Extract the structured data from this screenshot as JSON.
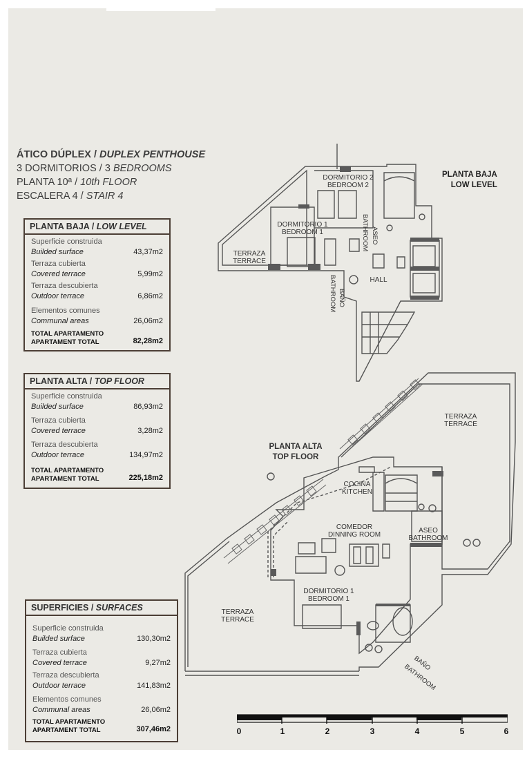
{
  "header": {
    "line1_es": "ÁTICO DÚPLEX / ",
    "line1_en": "DUPLEX PENTHOUSE",
    "line2_es": "3 DORMITORIOS / 3 ",
    "line2_en": "BEDROOMS",
    "line3_es": "PLANTA 10ª / ",
    "line3_en": "10th FLOOR",
    "line4_es": "ESCALERA 4 / ",
    "line4_en": "STAIR 4"
  },
  "low_level_box": {
    "title_es": "PLANTA BAJA / ",
    "title_en": "LOW LEVEL",
    "rows": [
      {
        "es": "Superficie construida",
        "en": "Builded surface",
        "value": "43,37m2"
      },
      {
        "es": "Terraza cubierta",
        "en": "Covered terrace",
        "value": "5,99m2"
      },
      {
        "es": "Terraza descubierta",
        "en": "Outdoor terrace",
        "value": "6,86m2"
      },
      {
        "es": "Elementos comunes",
        "en": "Communal areas",
        "value": "26,06m2"
      }
    ],
    "total_es": "TOTAL APARTAMENTO",
    "total_en": "APARTAMENT TOTAL",
    "total_value": "82,28m2"
  },
  "top_floor_box": {
    "title_es": "PLANTA ALTA / ",
    "title_en": "TOP FLOOR",
    "rows": [
      {
        "es": "Superficie construida",
        "en": "Builded surface",
        "value": "86,93m2"
      },
      {
        "es": "Terraza cubierta",
        "en": "Covered terrace",
        "value": "3,28m2"
      },
      {
        "es": "Terraza descubierta",
        "en": "Outdoor terrace",
        "value": "134,97m2"
      }
    ],
    "total_es": "TOTAL APARTAMENTO",
    "total_en": "APARTAMENT TOTAL",
    "total_value": "225,18m2"
  },
  "surfaces_box": {
    "title_es": "SUPERFICIES / ",
    "title_en": "SURFACES",
    "rows": [
      {
        "es": "Superficie construida",
        "en": "Builded surface",
        "value": "130,30m2"
      },
      {
        "es": "Terraza cubierta",
        "en": "Covered terrace",
        "value": "9,27m2"
      },
      {
        "es": "Terraza descubierta",
        "en": "Outdoor terrace",
        "value": "141,83m2"
      },
      {
        "es": "Elementos comunes",
        "en": "Communal areas",
        "value": "26,06m2"
      }
    ],
    "total_es": "TOTAL APARTAMENTO",
    "total_en": "APARTAMENT TOTAL",
    "total_value": "307,46m2"
  },
  "low_plan": {
    "title_es": "PLANTA BAJA",
    "title_en": "LOW LEVEL",
    "bedroom2_es": "DORMITORIO 2",
    "bedroom2_en": "BEDROOM 2",
    "bedroom1_es": "DORMITORIO 1",
    "bedroom1_en": "BEDROOM 1",
    "terrace_es": "TERRAZA",
    "terrace_en": "TERRACE",
    "aseo_es": "ASEO",
    "aseo_en": "BATHROOM",
    "hall": "HALL",
    "bano_es": "BAÑO",
    "bano_en": "BATHROOM"
  },
  "top_plan": {
    "title_es": "PLANTA ALTA",
    "title_en": "TOP FLOOR",
    "terrace_es": "TERRAZA",
    "terrace_en": "TERRACE",
    "kitchen_es": "COCINA",
    "kitchen_en": "KITCHEN",
    "dining_es": "COMEDOR",
    "dining_en": "DINNING ROOM",
    "aseo_es": "ASEO",
    "aseo_en": "BATHROOM",
    "bedroom1_es": "DORMITORIO 1",
    "bedroom1_en": "BEDROOM 1",
    "terrace2_es": "TERRAZA",
    "terrace2_en": "TERRACE",
    "bano_es": "BAÑO",
    "bano_en": "BATHROOM"
  },
  "scale_bar": {
    "ticks": [
      "0",
      "1",
      "2",
      "3",
      "4",
      "5",
      "6"
    ]
  },
  "colors": {
    "background": "#ebeae5",
    "box_border": "#4b3e35",
    "wall": "#555555"
  }
}
